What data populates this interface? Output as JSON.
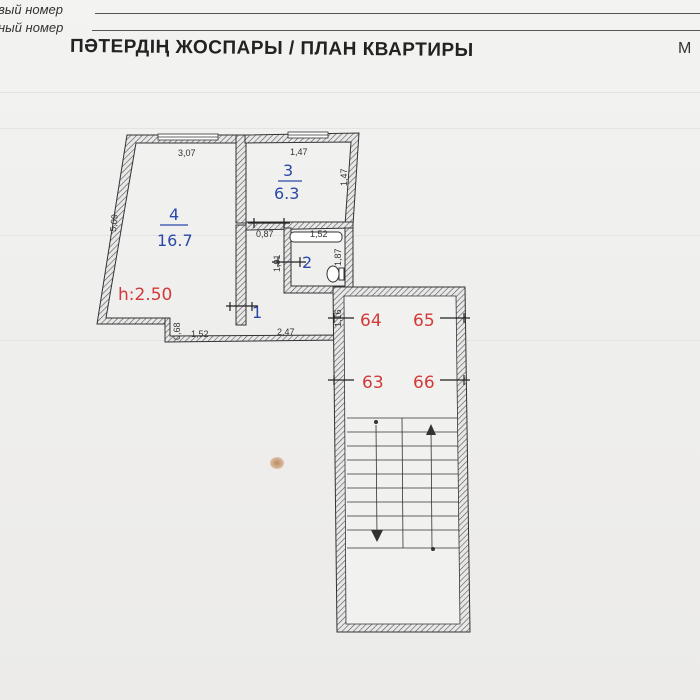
{
  "header": {
    "field1_label": "вый номер",
    "field2_label": "ный номер",
    "title": "ПӘТЕРДІҢ ЖОСПАРЫ / ПЛАН КВАРТИРЫ",
    "title_right": "М"
  },
  "plan": {
    "rooms": [
      {
        "id": "room-4",
        "number": "4",
        "area": "16.7"
      },
      {
        "id": "room-3",
        "number": "3",
        "area": "6.3"
      },
      {
        "id": "room-2",
        "number": "2"
      },
      {
        "id": "room-1",
        "number": "1"
      }
    ],
    "ceiling_height": "h:2.50",
    "dimensions": {
      "room4_top": "3,07",
      "room4_left": "5,09",
      "room4_bottom_left": "0,68",
      "room4_bottom": "1,52",
      "room3_top": "1,47",
      "room3_right": "1,47",
      "corridor_top": "0,87",
      "bath_top": "1,52",
      "bath_left": "1,91",
      "bath_right": "1,87",
      "hall_bottom": "2,47",
      "hall_right": "1,16"
    },
    "neighbor_apartments": [
      "64",
      "65",
      "63",
      "66"
    ]
  }
}
